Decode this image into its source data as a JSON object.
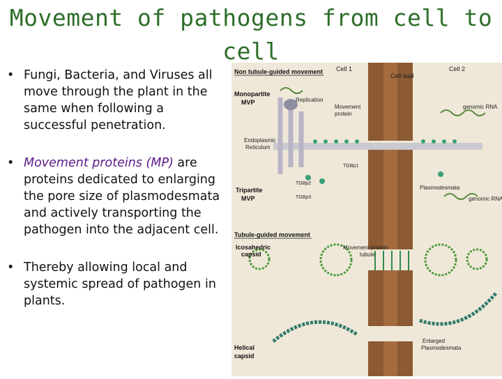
{
  "slide": {
    "title_line1": "Movement of pathogens from cell to",
    "title_line2": "cell",
    "title_color": "#2e6e2a",
    "bullets": [
      {
        "text": "Fungi, Bacteria, and Viruses all move through the plant in the same when following a successful penetration."
      },
      {
        "highlight": "Movement proteins (MP)",
        "text": " are proteins dedicated to enlarging the pore size of plasmodesmata and actively transporting the pathogen into the adjacent cell.",
        "highlight_color": "#5a1a8a"
      },
      {
        "text": "Thereby allowing local and systemic spread of pathogen in plants."
      }
    ]
  },
  "figure": {
    "non_tubule_heading": "Non tubule-guided movement",
    "cell1": "Cell 1",
    "cell2": "Cell 2",
    "cell_wall": "Cell wall",
    "monopartite": "Monopartite",
    "mvp1": "MVP",
    "replication": "Replication",
    "movement_protein": "Movement",
    "movement_protein2": "protein",
    "genomic_rna1": "genomic RNA",
    "er1": "Endoplasmic",
    "er2": "Reticulum",
    "tgbp1": "TGBp1",
    "tgbp2": "TGBp2",
    "tgbp3": "TGBp3",
    "tripartite": "Tripartite",
    "mvp2": "MVP",
    "plasmodesmata": "Plasmodesmata",
    "genomic_rna2": "genomic RNA",
    "tubule_heading": "Tubule-guided movement",
    "icosahedric": "Icosahedric",
    "capsid1": "capsid",
    "mp_tubule1": "Movement-protein",
    "mp_tubule2": "tubule",
    "helical": "Helical",
    "capsid2": "capsid",
    "enlarged1": "Enlarged",
    "enlarged2": "Plasmodesmata"
  }
}
